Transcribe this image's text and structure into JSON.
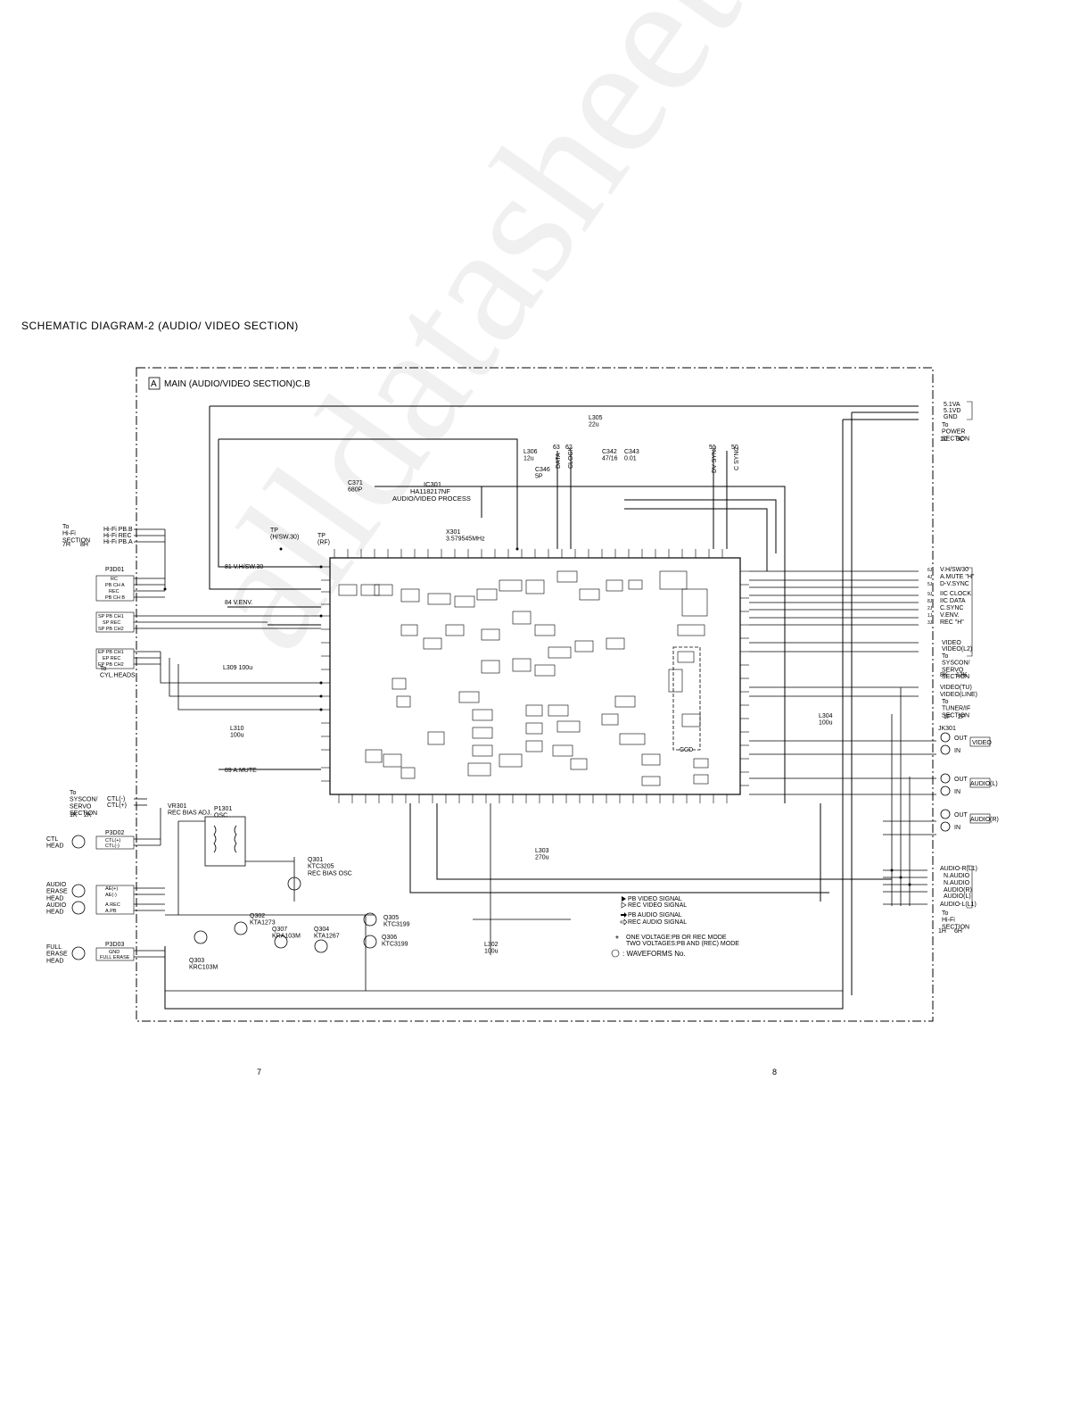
{
  "page": {
    "title": "SCHEMATIC DIAGRAM-2 (AUDIO/ VIDEO SECTION)",
    "page_numbers": [
      "7",
      "8"
    ],
    "watermark": "alldatasheet.com"
  },
  "board": {
    "tag": "A",
    "title": "MAIN (AUDIO/VIDEO SECTION)C.B"
  },
  "ic": {
    "ref": "IC301",
    "part": "HA118217NF",
    "function": "AUDIO/VIDEO PROCESS"
  },
  "left_connectors": {
    "hifi": {
      "label": "To\nHi-Fi\nSECTION",
      "pins": [
        "Hi-Fi PB.B",
        "Hi-Fi REC",
        "Hi-Fi PB.A"
      ],
      "codes": [
        "7H",
        "8H"
      ]
    },
    "p3d01": {
      "ref": "P3D01",
      "pins": [
        "RC",
        "PB CH A",
        "REC",
        "PB CH B",
        "SP PB CH1",
        "SP REC",
        "SP PB CH2",
        "EP PB CH1",
        "EP REC",
        "EP PB CH2"
      ],
      "label": "To\nCYL.HEADS"
    },
    "syscon": {
      "label": "To\nSYSCON/\nSERVO\nSECTION",
      "pins": [
        "CTL(-)",
        "CTL(+)"
      ],
      "codes": [
        "1K",
        "2K"
      ]
    },
    "p3d02": {
      "ref": "P3D02",
      "pins": [
        "CTL(+)",
        "CTL(-)",
        "AE(+)",
        "AE(-)",
        "A.REC",
        "A.PB"
      ],
      "heads": [
        "CTL\nHEAD",
        "AUDIO\nERASE\nHEAD",
        "AUDIO\nHEAD"
      ]
    },
    "p3d03": {
      "ref": "P3D03",
      "pins": [
        "GND",
        "FULL ERASE"
      ],
      "head": "FULL\nERASE\nHEAD"
    }
  },
  "right_connectors": {
    "power": {
      "pins": [
        "5.1VA",
        "5.1VD",
        "GND"
      ],
      "label": "To\nPOWER\nSECTION",
      "codes": [
        "1C",
        "3C"
      ]
    },
    "syscon": {
      "pins": [
        "V.H/SW30",
        "A.MUTE \"H\"",
        "D-V.SYNC",
        "IIC CLOCK",
        "IIC DATA",
        "C.SYNC",
        "V.ENV.",
        "REC \"H\""
      ],
      "codes": [
        "6J",
        "4J",
        "5J",
        "9J",
        "8J",
        "2J",
        "1J",
        "3J"
      ]
    },
    "video_out": {
      "pins": [
        "VIDEO",
        "VIDEO(L2)"
      ],
      "label": "To\nSYSCON/\nSERVO\nSECTION",
      "codes": [
        "8K",
        "13K"
      ]
    },
    "tuner": {
      "pins": [
        "VIDEO(TU)",
        "VIDEO(LINE)"
      ],
      "label": "To\nTUNER/IF\nSECTION",
      "codes": [
        "1F",
        "2F"
      ]
    },
    "jacks": {
      "ref": "JK301",
      "groups": [
        {
          "io": [
            "OUT",
            "IN"
          ],
          "name": "VIDEO"
        },
        {
          "io": [
            "OUT",
            "IN"
          ],
          "name": "AUDIO(L)"
        },
        {
          "io": [
            "OUT",
            "IN"
          ],
          "name": "AUDIO(R)"
        }
      ]
    },
    "hifi_audio": {
      "pins": [
        "AUDIO-R(L1)",
        "N.AUDIO",
        "N.AUDIO",
        "AUDIO(R)",
        "AUDIO(L)",
        "AUDIO-L(L1)"
      ],
      "label": "To\nHi-Fi\nSECTION",
      "codes": [
        "1H",
        "6H"
      ]
    }
  },
  "top_signals": [
    "DATA",
    "CLOCK",
    "DV SYNC",
    "C SYNC"
  ],
  "top_pins": [
    "63",
    "62",
    "51",
    "50"
  ],
  "components": {
    "L305": "L305\n22u",
    "L306": "L306\n12u",
    "C342": "C342\n47/16",
    "C343": "C343\n0.01",
    "C346": "C346\n5P",
    "C371": "C371\n680P",
    "X301": "X301\n3.579545MHz",
    "TP_VHSW": "TP\n(H/SW.30)",
    "TP_RF": "TP\n(RF)",
    "VR301": "VR301\nREC BIAS ADJ.",
    "P1301": "P1301\nOSC",
    "Q301": "Q301\nKTC3205\nREC BIAS OSC",
    "Q302": "Q302\nKTA1273",
    "Q303": "Q303\nKRC103M",
    "Q304": "Q304\nKTA1267",
    "Q305": "Q305\nKTC3199",
    "Q306": "Q306\nKTC3199",
    "Q307": "Q307\nKRA103M",
    "L309": "L309  100u",
    "L310": "L310\n100u",
    "L304": "L304\n100u",
    "L302": "L302\n100u",
    "L303": "L303\n270u",
    "CCD": "CCD"
  },
  "left_nets": [
    "81  V.H/SW.30",
    "84  V.ENV.",
    "89  A.MUTE"
  ],
  "legend": {
    "items": [
      "PB VIDEO SIGNAL",
      "REC VIDEO SIGNAL",
      "PB AUDIO SIGNAL",
      "REC AUDIO SIGNAL"
    ],
    "note_mark": "*",
    "note_lines": [
      "ONE VOLTAGE:PB OR REC MODE",
      "TWO VOLTAGES:PB AND (REC) MODE"
    ],
    "waveforms": ": WAVEFORMS No."
  }
}
